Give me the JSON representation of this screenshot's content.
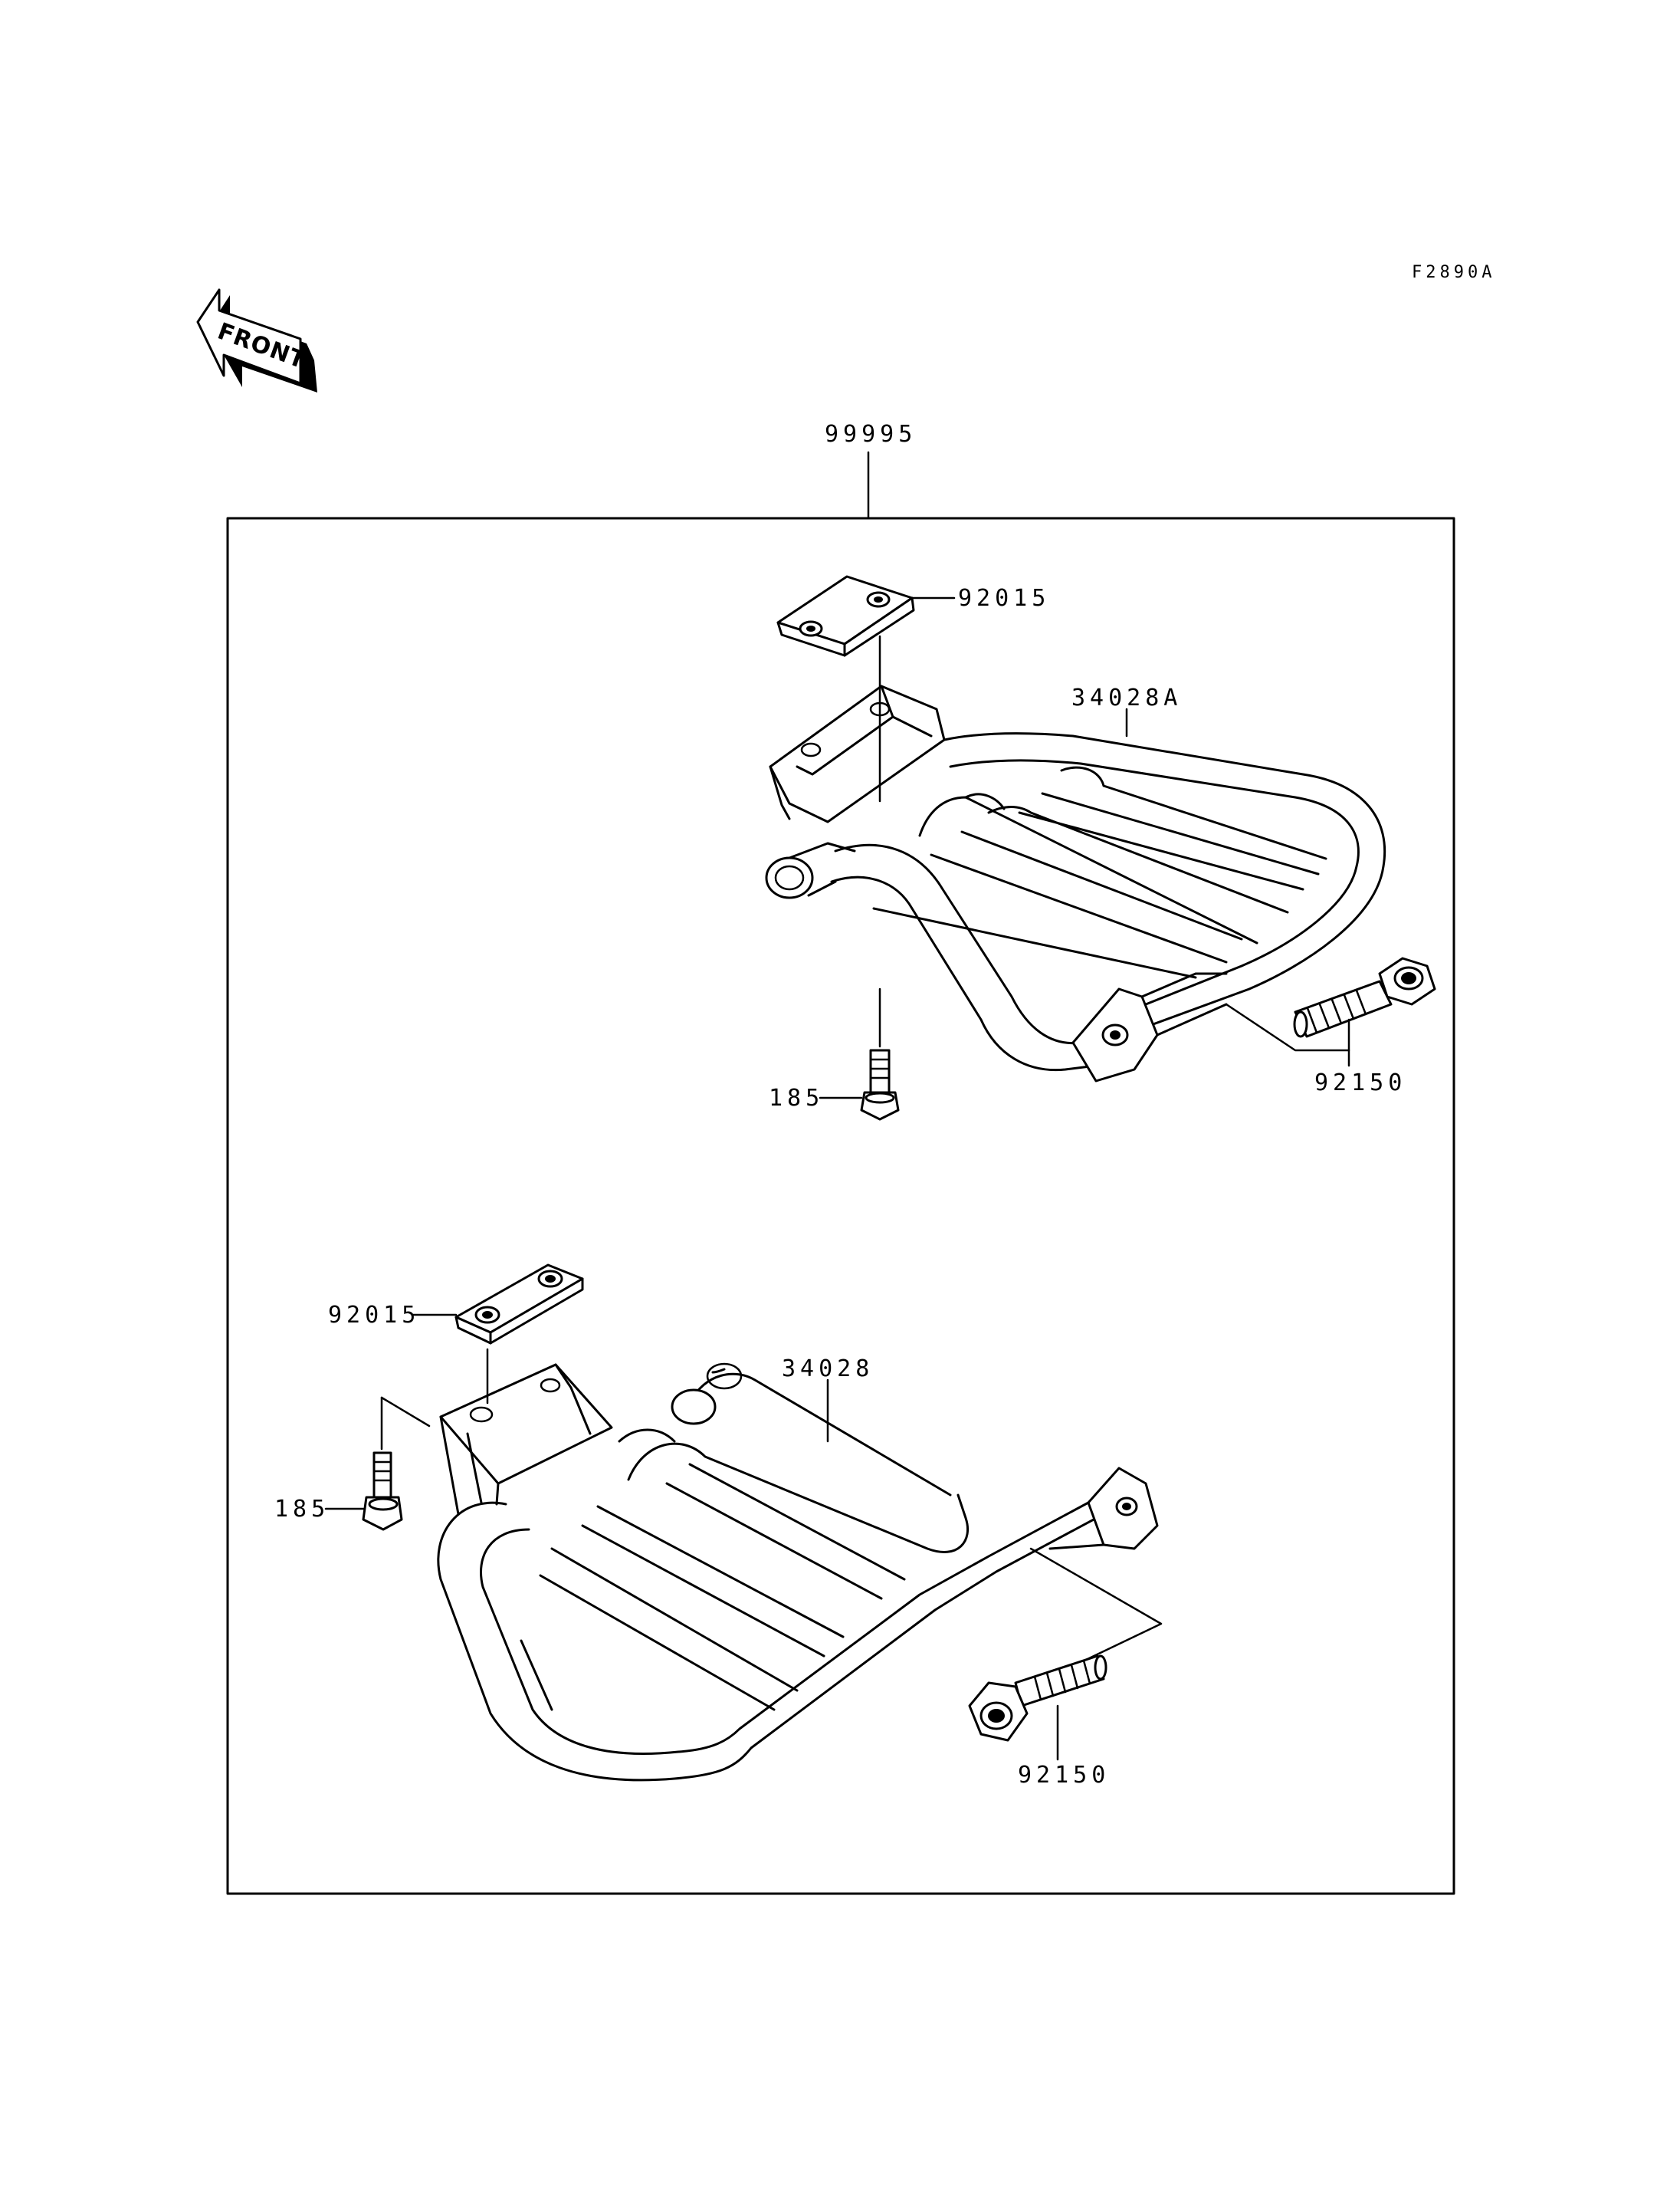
{
  "figure_code": "F2890A",
  "front_label": "FRONT",
  "labels": {
    "kit": "99995",
    "top_clamp": "92015",
    "top_carrier": "34028A",
    "top_bolt_short": "185",
    "top_bolt_long": "92150",
    "bottom_clamp": "92015",
    "bottom_carrier": "34028",
    "bottom_bolt_short": "185",
    "bottom_bolt_long": "92150"
  }
}
